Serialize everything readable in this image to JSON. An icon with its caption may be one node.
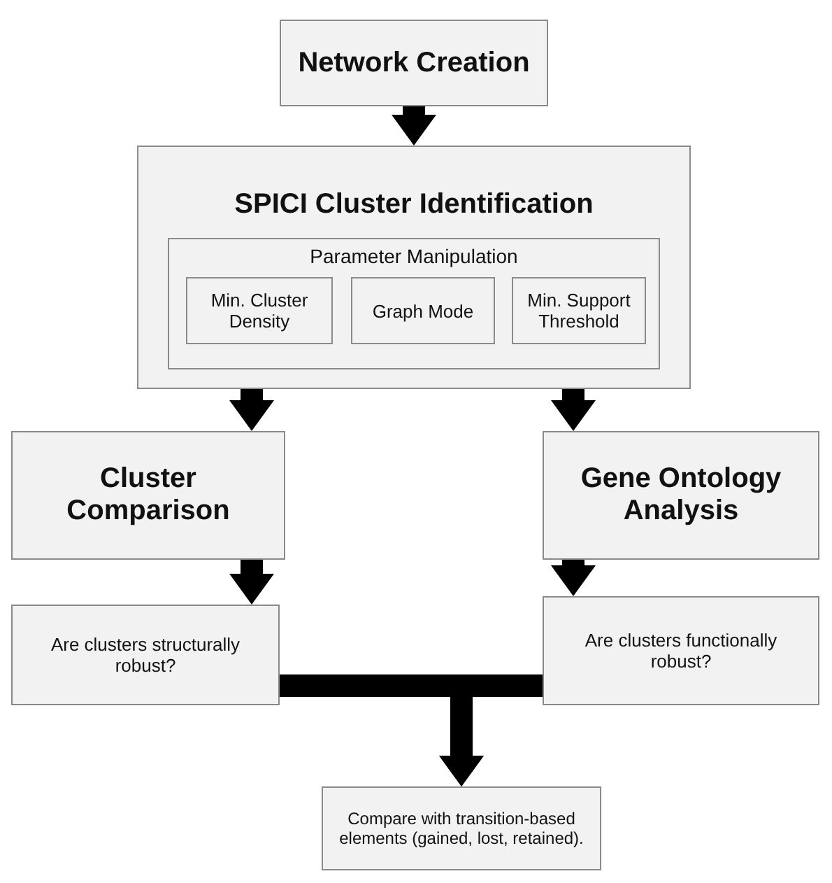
{
  "diagram": {
    "nodes": [
      {
        "text": [
          "Network Creation"
        ]
      },
      {
        "text": [
          "SPICI Cluster Identification"
        ]
      },
      {
        "text": [
          "Parameter Manipulation"
        ],
        "in": 1
      },
      {
        "text": [
          "Min. Cluster Density"
        ],
        "in": 2
      },
      {
        "text": [
          "Graph Mode"
        ],
        "in": 2
      },
      {
        "text": [
          "Min. Support Threshold"
        ],
        "in": 2
      },
      {
        "text": [
          "Cluster Comparison"
        ]
      },
      {
        "text": [
          "Gene Ontology Analysis"
        ]
      },
      {
        "text": [
          "Are clusters structurally robust?"
        ]
      },
      {
        "text": [
          "Are clusters functionally robust?"
        ]
      },
      {
        "text": [
          "Compare with transition-based elements (gained, lost, retained)."
        ]
      }
    ],
    "edges": [
      {
        "from": 0,
        "to": 1,
        "arrow": "to"
      },
      {
        "from": 1,
        "to": 6,
        "arrow": "to"
      },
      {
        "from": 1,
        "to": 7,
        "arrow": "to"
      },
      {
        "from": 6,
        "to": 8,
        "arrow": "to"
      },
      {
        "from": 7,
        "to": 9,
        "arrow": "to"
      },
      {
        "from": 8,
        "to": 10,
        "arrow": "to"
      },
      {
        "from": 9,
        "to": 10,
        "arrow": "to"
      }
    ]
  }
}
